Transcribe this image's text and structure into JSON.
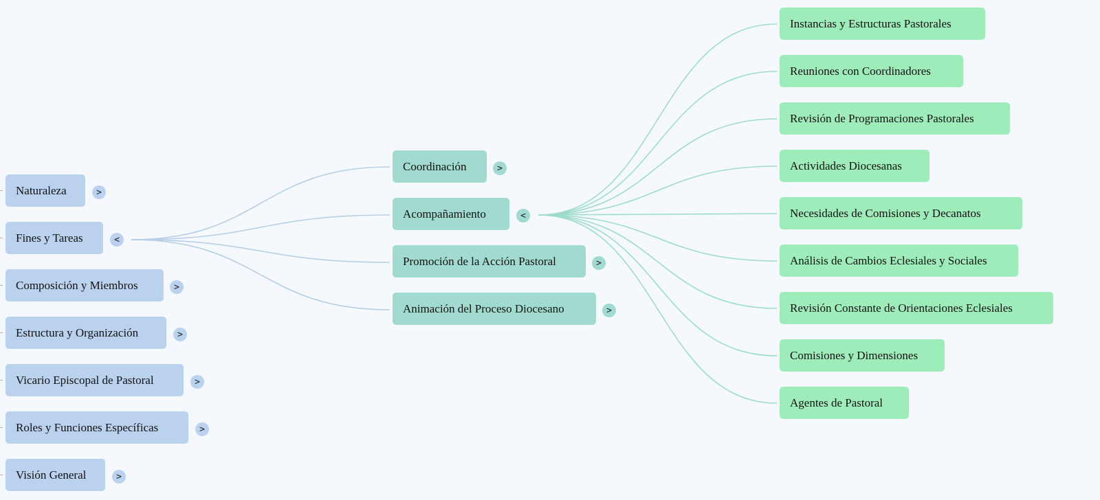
{
  "colors": {
    "background": "#f5f9fe",
    "level1_node": "#bad2ee",
    "level2_node": "#a1dbd0",
    "level3_node": "#9eecba",
    "level1_link": "#b6cfe6",
    "level2_link": "#9ddccb"
  },
  "level1": [
    {
      "label": "Naturaleza",
      "toggle": ">"
    },
    {
      "label": "Fines y Tareas",
      "toggle": "<"
    },
    {
      "label": "Composición y Miembros",
      "toggle": ">"
    },
    {
      "label": "Estructura y Organización",
      "toggle": ">"
    },
    {
      "label": "Vicario Episcopal de Pastoral",
      "toggle": ">"
    },
    {
      "label": "Roles y Funciones Específicas",
      "toggle": ">"
    },
    {
      "label": "Visión General",
      "toggle": ">"
    }
  ],
  "level2": [
    {
      "label": "Coordinación",
      "toggle": ">"
    },
    {
      "label": "Acompañamiento",
      "toggle": "<"
    },
    {
      "label": "Promoción de la Acción Pastoral",
      "toggle": ">"
    },
    {
      "label": "Animación del Proceso Diocesano",
      "toggle": ">"
    }
  ],
  "level3": [
    {
      "label": "Instancias y Estructuras Pastorales"
    },
    {
      "label": "Reuniones con Coordinadores"
    },
    {
      "label": "Revisión de Programaciones Pastorales"
    },
    {
      "label": "Actividades Diocesanas"
    },
    {
      "label": "Necesidades de Comisiones y Decanatos"
    },
    {
      "label": "Análisis de Cambios Eclesiales y Sociales"
    },
    {
      "label": "Revisión Constante de Orientaciones Eclesiales"
    },
    {
      "label": "Comisiones y Dimensiones"
    },
    {
      "label": "Agentes de Pastoral"
    }
  ]
}
